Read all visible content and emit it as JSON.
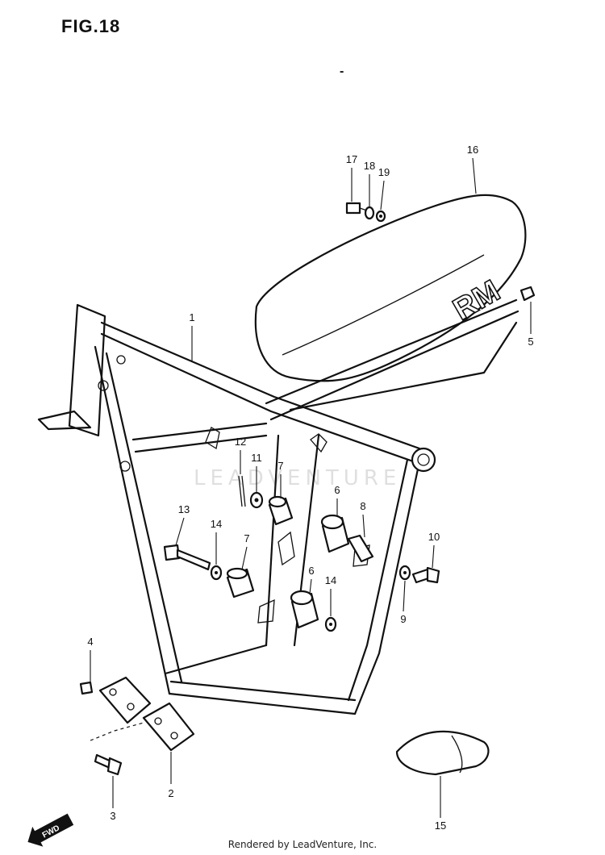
{
  "figure": {
    "title": "FIG.18",
    "dash": "-"
  },
  "watermark": "LEADVENTURE",
  "footer": "Rendered by LeadVenture, Inc.",
  "seat_logo": "RM",
  "fwd_label": "FWD",
  "callouts": [
    {
      "id": "1",
      "label": "1"
    },
    {
      "id": "2",
      "label": "2"
    },
    {
      "id": "3",
      "label": "3"
    },
    {
      "id": "4",
      "label": "4"
    },
    {
      "id": "5",
      "label": "5"
    },
    {
      "id": "6a",
      "label": "6"
    },
    {
      "id": "6b",
      "label": "6"
    },
    {
      "id": "7a",
      "label": "7"
    },
    {
      "id": "7b",
      "label": "7"
    },
    {
      "id": "8",
      "label": "8"
    },
    {
      "id": "9",
      "label": "9"
    },
    {
      "id": "10",
      "label": "10"
    },
    {
      "id": "11",
      "label": "11"
    },
    {
      "id": "12",
      "label": "12"
    },
    {
      "id": "13",
      "label": "13"
    },
    {
      "id": "14a",
      "label": "14"
    },
    {
      "id": "14b",
      "label": "14"
    },
    {
      "id": "15",
      "label": "15"
    },
    {
      "id": "16",
      "label": "16"
    },
    {
      "id": "17",
      "label": "17"
    },
    {
      "id": "18",
      "label": "18"
    },
    {
      "id": "19",
      "label": "19"
    }
  ]
}
